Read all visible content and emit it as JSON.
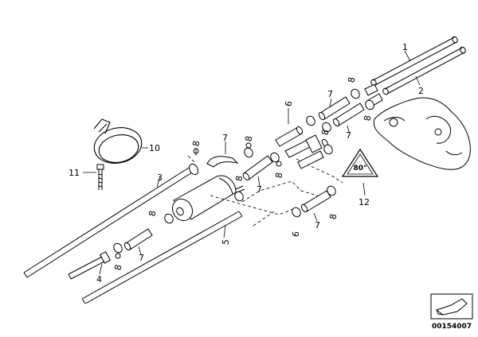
{
  "callouts": [
    {
      "id": "c1",
      "text": "1"
    },
    {
      "id": "c2",
      "text": "2"
    },
    {
      "id": "c3",
      "text": "3"
    },
    {
      "id": "c4",
      "text": "4"
    },
    {
      "id": "c5",
      "text": "5"
    },
    {
      "id": "c6a",
      "text": "6"
    },
    {
      "id": "c6b",
      "text": "6"
    },
    {
      "id": "c7a",
      "text": "7"
    },
    {
      "id": "c7b",
      "text": "7"
    },
    {
      "id": "c7c",
      "text": "7"
    },
    {
      "id": "c7d",
      "text": "7"
    },
    {
      "id": "c7e",
      "text": "7"
    },
    {
      "id": "c7f",
      "text": "7"
    },
    {
      "id": "c8a",
      "text": "8"
    },
    {
      "id": "c8b",
      "text": "8"
    },
    {
      "id": "c8c",
      "text": "8"
    },
    {
      "id": "c8d",
      "text": "8"
    },
    {
      "id": "c8e",
      "text": "8"
    },
    {
      "id": "c8f",
      "text": "8"
    },
    {
      "id": "c8g",
      "text": "8"
    },
    {
      "id": "c8h",
      "text": "8"
    },
    {
      "id": "c8i",
      "text": "8"
    },
    {
      "id": "c8j",
      "text": "8"
    },
    {
      "id": "c10",
      "text": "10"
    },
    {
      "id": "c11",
      "text": "11"
    },
    {
      "id": "c12",
      "text": "12"
    }
  ],
  "warning_symbol_text": "80°",
  "reference_number": "00154007",
  "icons": [
    "warning-triangle-icon",
    "part-symbol-icon"
  ]
}
